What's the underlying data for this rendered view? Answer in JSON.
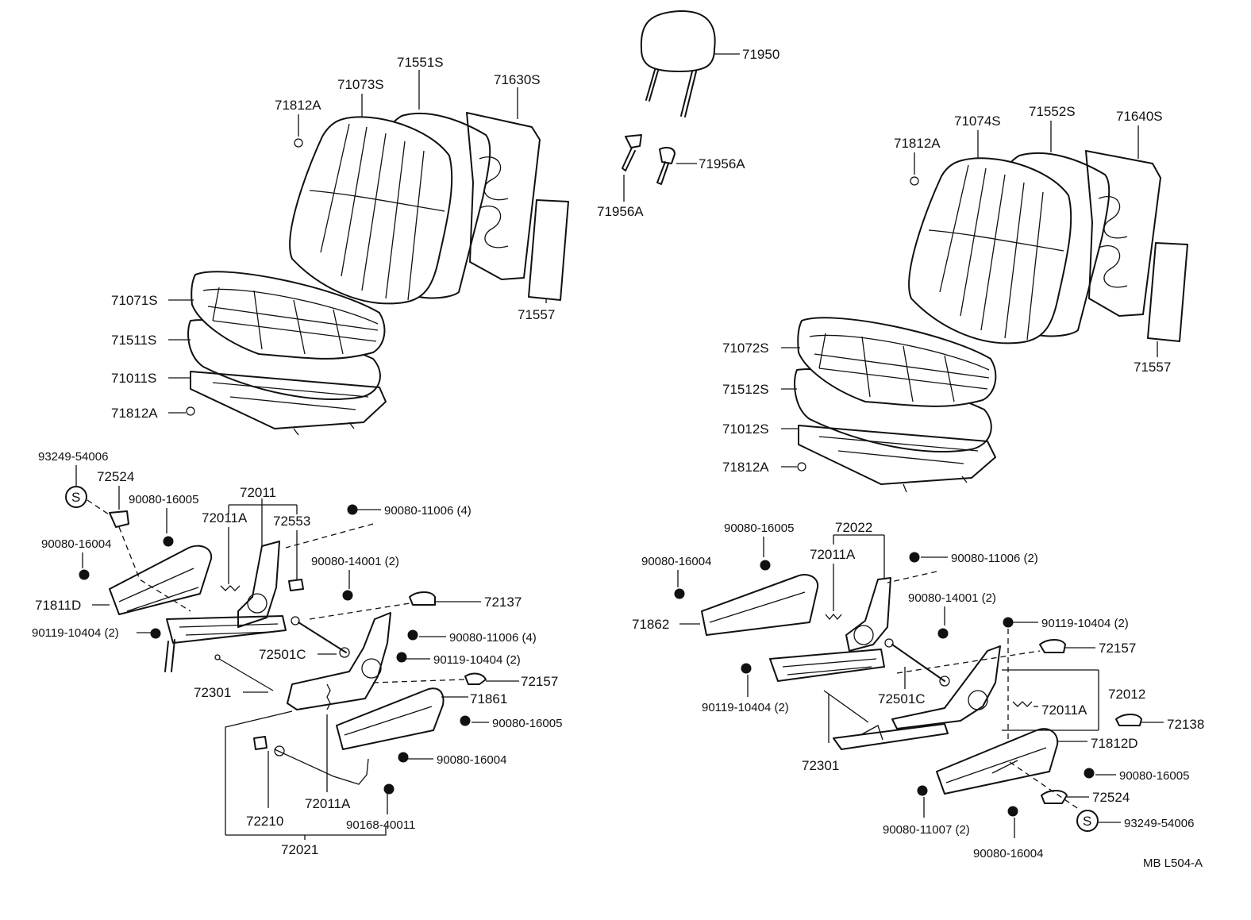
{
  "diagram": {
    "footer_code": "MB  L504-A",
    "headrest": {
      "part": "71950",
      "support_left": "71956A",
      "support_right": "71956A"
    },
    "left_seat": {
      "back_cover": "71073S",
      "back_pad": "71551S",
      "back_frame": "71630S",
      "hog_ring_top": "71812A",
      "back_board": "71557",
      "cushion_cover": "71071S",
      "cushion_pad": "71511S",
      "cushion_frame": "71011S",
      "hog_ring_bottom": "71812A"
    },
    "right_seat": {
      "back_cover": "71074S",
      "back_pad": "71552S",
      "back_frame": "71640S",
      "hog_ring_top": "71812A",
      "back_board": "71557",
      "cushion_cover": "71072S",
      "cushion_pad": "71512S",
      "cushion_frame": "71012S",
      "hog_ring_bottom": "71812A"
    },
    "left_adjuster": {
      "clip": "93249-54006",
      "clip_symbol": "S",
      "knob": "72524",
      "bolt_a": "90080-16005",
      "bolt_b": "90080-16004",
      "shield": "71811D",
      "adjuster_group": "72011",
      "adjuster_sub": "72011A",
      "part_72553": "72553",
      "bolt_top": "90080-11006 (4)",
      "bolt_mid": "90080-14001 (2)",
      "cover": "72137",
      "bolt_side": "90119-10404 (2)",
      "bolt_mid2": "90080-11006 (4)",
      "rod": "72501C",
      "bolt_rod": "90119-10404 (2)",
      "wire": "72301",
      "cover2": "72157",
      "shield_right": "71861",
      "bolt_shield_a": "90080-16005",
      "bolt_shield_b": "90080-16004",
      "cable": "72210",
      "adjuster_sub2": "72011A",
      "screw": "90168-40011",
      "track_assy": "72021"
    },
    "right_adjuster": {
      "bolt_a": "90080-16005",
      "bolt_b": "90080-16004",
      "adjuster_group": "72022",
      "adjuster_sub": "72011A",
      "bolt_top": "90080-11006 (2)",
      "shield": "71862",
      "bolt_mid": "90080-14001 (2)",
      "bolt_side": "90119-10404 (2)",
      "cover": "72157",
      "rod": "72501C",
      "bolt_lower": "90119-10404 (2)",
      "track_group": "72012",
      "adjuster_sub2": "72011A",
      "wire": "72301",
      "cover2": "72138",
      "shield_right": "71812D",
      "bolt_shield_a": "90080-16005",
      "knob": "72524",
      "bolt_lower2": "90080-11007 (2)",
      "clip": "93249-54006",
      "clip_symbol": "S",
      "bolt_shield_b": "90080-16004"
    }
  }
}
